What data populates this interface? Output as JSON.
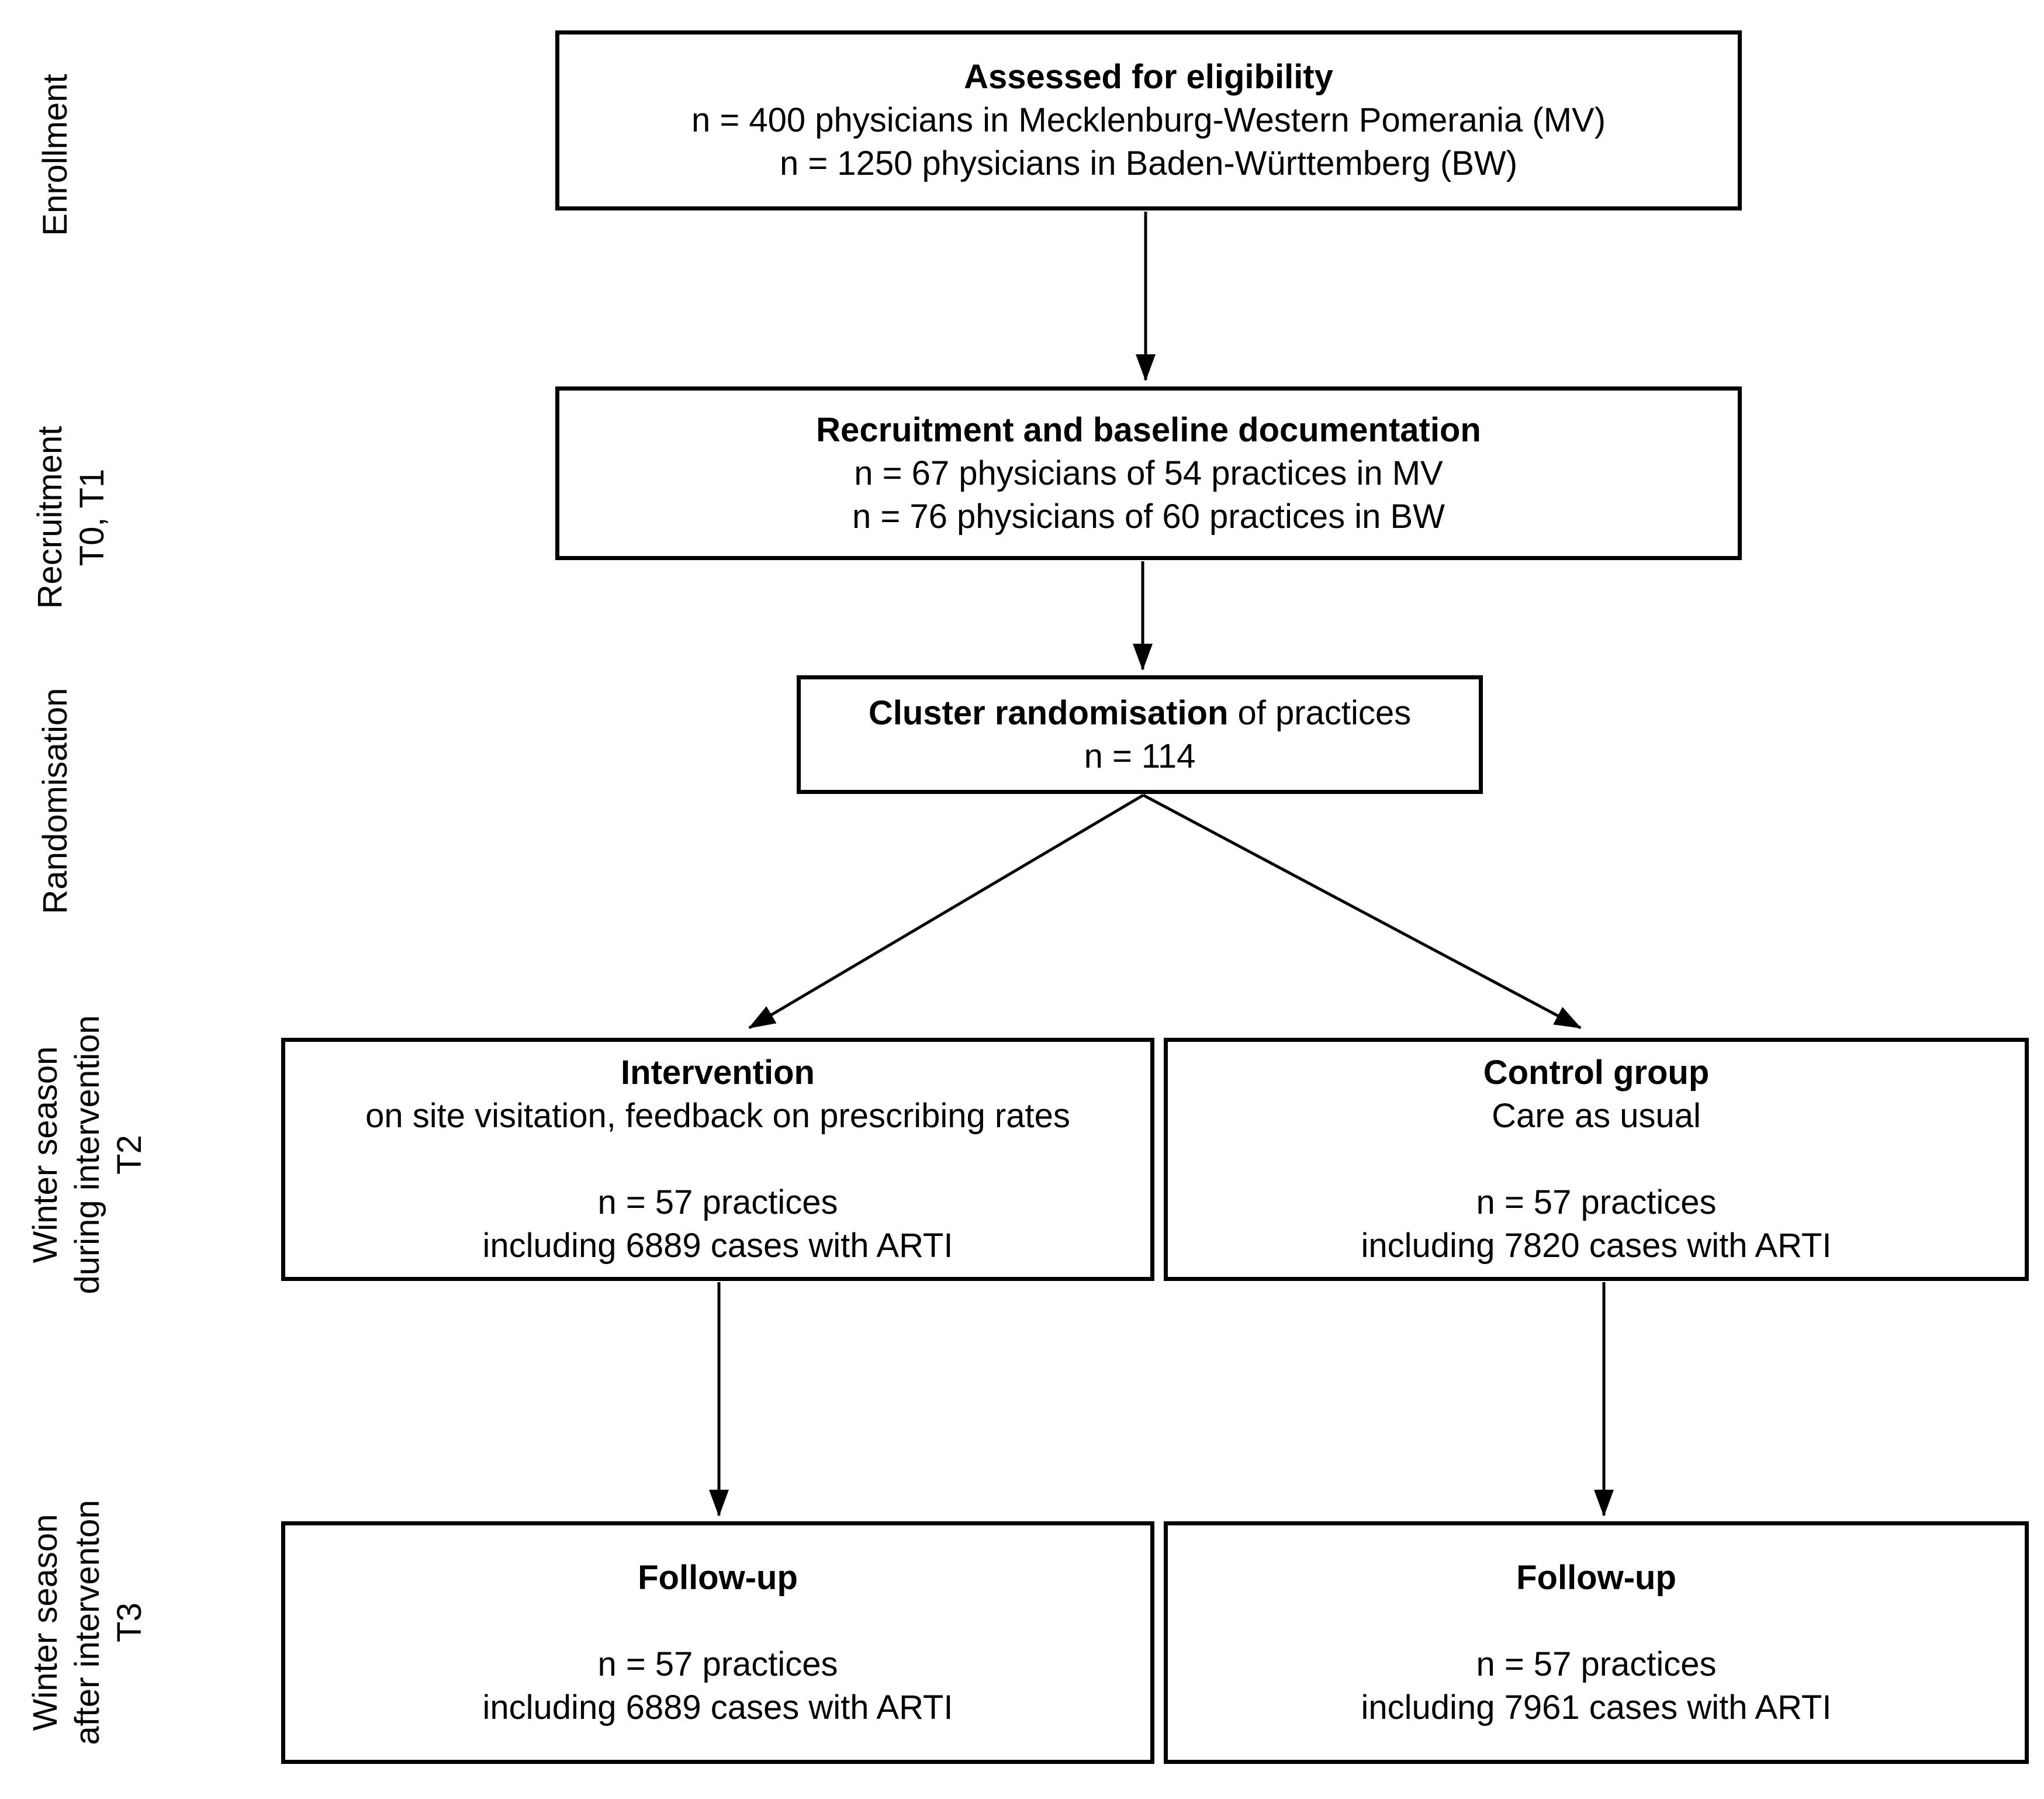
{
  "diagram": {
    "colors": {
      "line": "#000000",
      "background": "#ffffff",
      "text": "#000000"
    },
    "side_labels": {
      "enrollment": {
        "line1": "Enrollment"
      },
      "recruitment": {
        "line1": "Recruitment",
        "line2": "T0, T1"
      },
      "randomisation": {
        "line1": "Randomisation"
      },
      "winter_t2": {
        "line1": "Winter season",
        "line2": "during intervention",
        "line3": "T2"
      },
      "winter_t3": {
        "line1": "Winter season",
        "line2": "after interventon",
        "line3": "T3"
      }
    },
    "boxes": {
      "eligibility": {
        "title": "Assessed for eligibility",
        "line1": "n = 400 physicians in Mecklenburg-Western Pomerania (MV)",
        "line2": "n = 1250 physicians in Baden-Württemberg (BW)"
      },
      "recruitment": {
        "title": "Recruitment and baseline documentation",
        "line1": "n = 67 physicians of 54 practices in MV",
        "line2": "n = 76 physicians of 60 practices in BW"
      },
      "randomisation": {
        "title_bold": "Cluster randomisation",
        "title_rest": " of practices",
        "line1": "n = 114"
      },
      "intervention": {
        "title": "Intervention",
        "subtitle": "on site visitation, feedback on prescribing rates",
        "line1": "n = 57 practices",
        "line2": "including 6889 cases with ARTI"
      },
      "control": {
        "title": "Control group",
        "subtitle": "Care as usual",
        "line1": "n = 57 practices",
        "line2": "including 7820 cases with ARTI"
      },
      "followup_intervention": {
        "title": "Follow-up",
        "line1": "n = 57 practices",
        "line2": "including 6889 cases with ARTI"
      },
      "followup_control": {
        "title": "Follow-up",
        "line1": "n = 57 practices",
        "line2": "including 7961 cases with ARTI"
      }
    }
  }
}
